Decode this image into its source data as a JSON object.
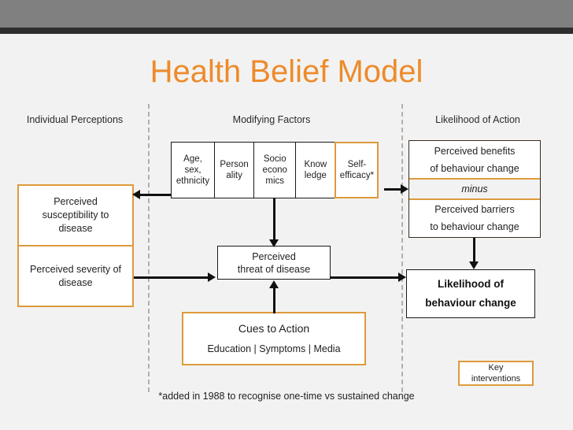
{
  "slide": {
    "title": "Health Belief Model",
    "title_color": "#ED8B2B",
    "background_color": "#f2f2f2",
    "accent_orange": "#DE9A3C",
    "footnote": "*added in 1988 to recognise one-time vs sustained change"
  },
  "columns": {
    "individual": "Individual Perceptions",
    "modifying": "Modifying Factors",
    "likelihood": "Likelihood of Action"
  },
  "perceptions": [
    {
      "text": "Perceived susceptibility to disease"
    },
    {
      "text": "Perceived severity of disease"
    }
  ],
  "modifying_factors": [
    {
      "label": "Age, sex, ethnicity",
      "highlight": false
    },
    {
      "label": "Person ality",
      "highlight": false
    },
    {
      "label": "Socio econo mics",
      "highlight": false
    },
    {
      "label": "Know ledge",
      "highlight": false
    },
    {
      "label": "Self-efficacy*",
      "highlight": true
    }
  ],
  "threat": {
    "line1": "Perceived",
    "line2": "threat of disease"
  },
  "cues": {
    "title": "Cues to Action",
    "subtitle": "Education | Symptoms | Media"
  },
  "benefits": {
    "top_line1": "Perceived benefits",
    "top_line2": "of behaviour change",
    "operator": "minus",
    "bottom_line1": "Perceived barriers",
    "bottom_line2": "to behaviour change"
  },
  "outcome": {
    "line1": "Likelihood of",
    "line2": "behaviour change"
  },
  "legend": {
    "line1": "Key",
    "line2": "interventions"
  }
}
